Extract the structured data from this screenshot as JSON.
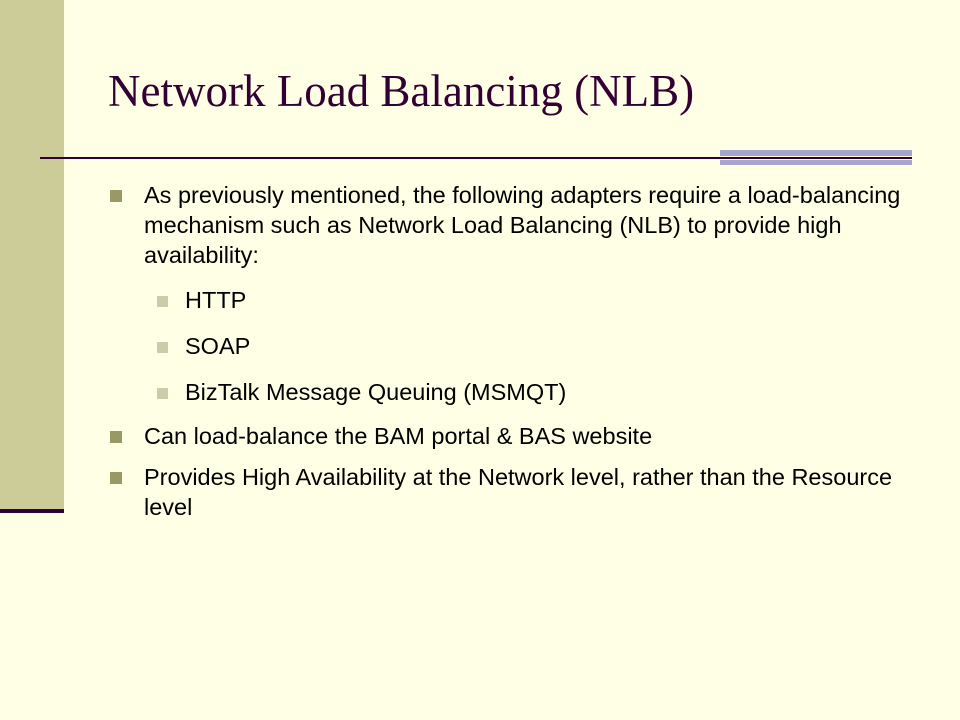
{
  "slide": {
    "title": "Network Load Balancing (NLB)",
    "bullets": [
      {
        "text": "As previously mentioned, the following adapters require a load-balancing mechanism such as Network Load Balancing (NLB) to provide high availability:",
        "sub_items": [
          "HTTP",
          "SOAP",
          "BizTalk Message Queuing (MSMQT)"
        ]
      },
      {
        "text": "Can load-balance the BAM portal & BAS website"
      },
      {
        "text": "Provides High Availability at the Network level, rather than the Resource level"
      }
    ]
  },
  "colors": {
    "background": "#FFFFE5",
    "left_band": "#CCCC99",
    "title_text": "#330033",
    "rule": "#330033",
    "rule_accent": "#A6A6CC",
    "bullet_marker": "#999966",
    "sub_bullet_marker": "#CCCCAA"
  }
}
